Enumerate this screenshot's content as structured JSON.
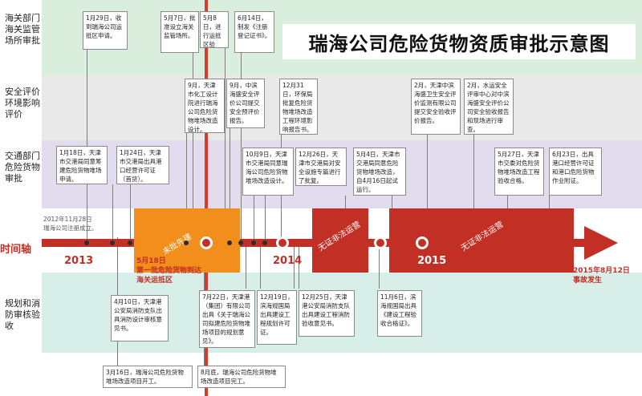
{
  "title": "瑞海公司危险货物资质审批示意图",
  "rows": {
    "customs": "海关部门海关监管场所审批",
    "safety": "安全评价环境影响评价",
    "transport": "交通部门危险货物审批",
    "timeline": "时间轴",
    "planning": "规划和消防审核验收"
  },
  "years": {
    "y2013": "2013",
    "y2014": "2014",
    "y2015": "2015"
  },
  "segments": {
    "unapproved": "未批先建",
    "nolicense1": "无证非法运营",
    "nolicense2": "无证非法运营"
  },
  "milestones": {
    "first_cargo": "5月18日\n第一批危险货物到达\n海关运抵区",
    "accident": "2015年8月12日\n事故发生"
  },
  "founded_note": "2012年11月28日\n瑞海公司注册成立。",
  "customs_boxes": [
    "1月29日，收到瑞海公司运抵区申请。",
    "5月7日，批准设立海关监管场所。",
    "5月8日，进行运抵区验收。",
    "6月14日，制发《注册登记证书》。"
  ],
  "safety_boxes": [
    "9月，天津市化工设计院进行瑞海公司危险货物堆场改造设计。",
    "9月，中滨海盛安全评价公司提交安全预评价报告。",
    "12月31日，环保局批复危险货物堆场改造工程环境影响报告书。",
    "2月，天津中滨海盛卫生安全评价监测有限公司提交安全验收评价报告。",
    "2月，水运安全评审中心对中滨海盛安全评价公司安全验收报告和现场进行审查。"
  ],
  "transport_boxes": [
    "1月18日，天津市交港局同意筹建危险货物堆场申请。",
    "1月24日，天津市交港局出具港口经营许可证（首货）。",
    "10月9日，天津市交港局同意瑞海公司危险货物堆场改造设计。",
    "12月26日，天津市交港局对安全设施专篇进行了批复。",
    "5月4日，天津市交港局同意危险货物堆场改造，自4月16日起试运行。",
    "5月27日，天津市交委对危险货物堆场改造工程验收合格。",
    "6月23日，出具港口经营许可证和港口危险货物作业附证。"
  ],
  "planning_boxes": [
    "4月10日，天津港公安局消防支队出具消防设计审核意见书。",
    "7月22日，天津港（集团）有限公司出具《关于瑞海公司拟建危险货物堆场项目的规划意见》。",
    "12月19日，滨海规国局出具建设工程规划许可证。",
    "12月25日，天津港公安局消防支队出具建设工程消防验收意见书。",
    "11月6日，滨海规国局出具《建设工程验收合格证》。"
  ],
  "bottom_boxes": [
    "3月16日，瑞海公司危险货物堆场改造项目开工。",
    "8月底，瑞海公司危险货物堆场改造项目完工。"
  ],
  "colors": {
    "customs_band": "#d9eedd",
    "safety_band": "#e9e9e9",
    "transport_band": "#e3dcee",
    "timeline_band": "#ffffff",
    "planning_band": "#d8eee8",
    "red": "#c23025",
    "orange": "#f18e1c"
  }
}
